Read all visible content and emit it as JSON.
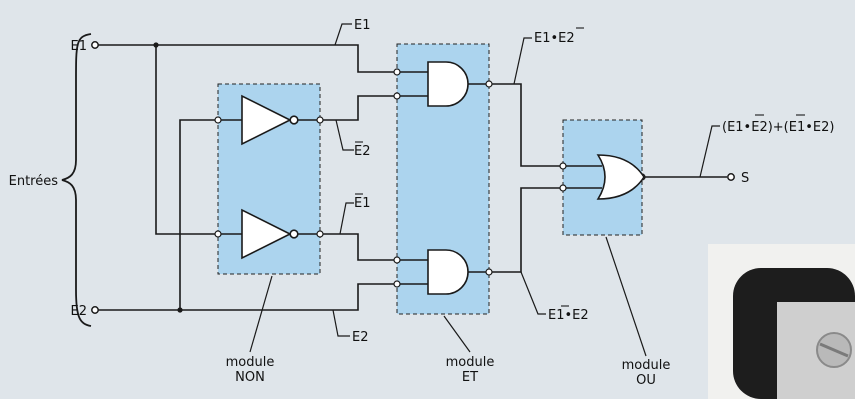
{
  "inputs_group_label": "Entrées",
  "inputs": {
    "e1": "E1",
    "e2": "E2"
  },
  "signals": {
    "e1": "E1",
    "e2": "E2",
    "e2_bar_label": "E2",
    "e1_bar_label": "E1",
    "e1_and_not_e2": "E1•E2",
    "not_e1_and_e2": "E1•E2",
    "output_expr": "(E1•E2)+(E1•E2)"
  },
  "output": "S",
  "modules": {
    "non": {
      "line1": "module",
      "line2": "NON"
    },
    "et": {
      "line1": "module",
      "line2": "ET"
    },
    "ou": {
      "line1": "module",
      "line2": "OU"
    }
  },
  "colors": {
    "module_fill": "#acd4ee",
    "wire": "#1a1a1a",
    "background": "#dfe5ea"
  }
}
